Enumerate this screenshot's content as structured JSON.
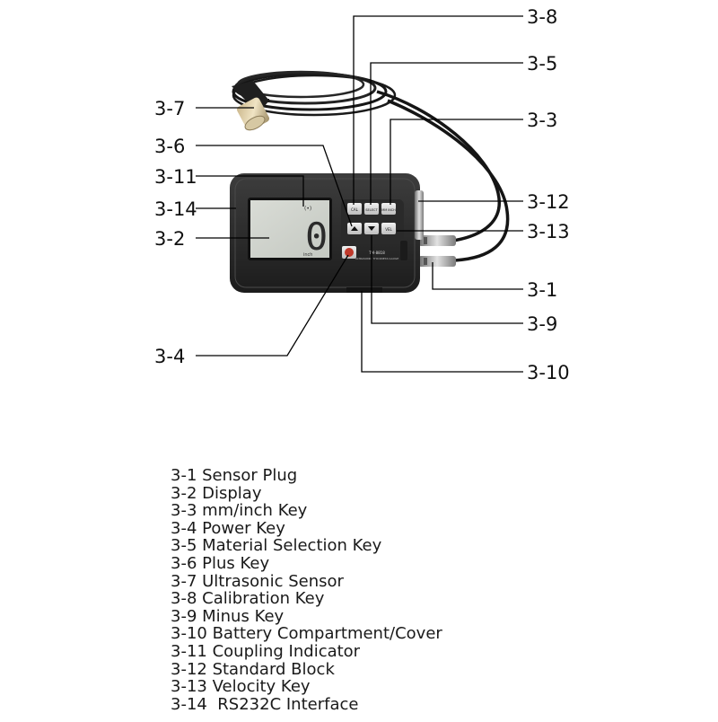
{
  "device": {
    "display_reading": "0",
    "display_unit": "inch",
    "coupling_indicator": "(•)",
    "model": "TM-8818",
    "subtitle": "ULTRASONIC THICKNESS GAUGE",
    "keys": {
      "cal": "CAL",
      "select": "SELECT",
      "mm_inch": "MM INCH",
      "vel": "VEL"
    }
  },
  "callouts": {
    "c3_1": "3-1",
    "c3_2": "3-2",
    "c3_3": "3-3",
    "c3_4": "3-4",
    "c3_5": "3-5",
    "c3_6": "3-6",
    "c3_7": "3-7",
    "c3_8": "3-8",
    "c3_9": "3-9",
    "c3_10": "3-10",
    "c3_11": "3-11",
    "c3_12": "3-12",
    "c3_13": "3-13",
    "c3_14": "3-14"
  },
  "legend": [
    "3-1 Sensor Plug",
    "3-2 Display",
    "3-3 mm/inch Key",
    "3-4 Power Key",
    "3-5 Material Selection Key",
    "3-6 Plus Key",
    "3-7 Ultrasonic Sensor",
    "3-8 Calibration Key",
    "3-9 Minus Key",
    "3-10 Battery Compartment/Cover",
    "3-11 Coupling Indicator",
    "3-12 Standard Block",
    "3-13 Velocity Key",
    "3-14  RS232C Interface"
  ]
}
